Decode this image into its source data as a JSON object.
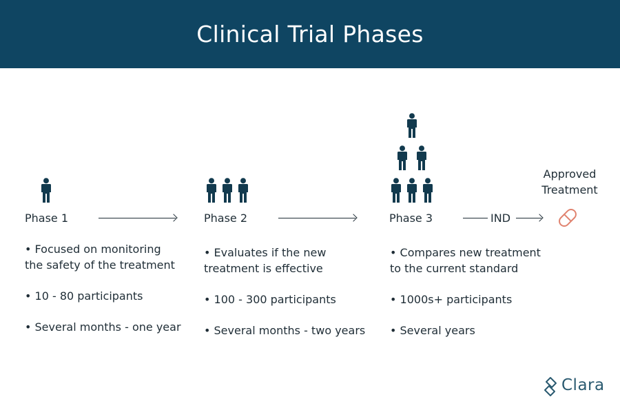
{
  "title": "Clinical Trial Phases",
  "phases": [
    {
      "label": "Phase 1",
      "bullets": [
        "• Focused on monitoring",
        "the safety of the treatment",
        "• 10 - 80 participants",
        "• Several months - one year"
      ]
    },
    {
      "label": "Phase 2",
      "bullets": [
        "• Evaluates if the new",
        "treatment is effective",
        "• 100 - 300 participants",
        "• Several months - two years"
      ]
    },
    {
      "label": "Phase 3",
      "bullets": [
        "• Compares new treatment",
        "to the current standard",
        "•  1000s+ participants",
        "• Several years"
      ]
    }
  ],
  "ind_label": "IND",
  "approved": {
    "line1": "Approved",
    "line2": "Treatment"
  },
  "brand": "Clara",
  "colors": {
    "header_bg": "#0f4562",
    "icon": "#123a4e",
    "pill": "#e0826e",
    "brand": "#2a5a70"
  },
  "icons": {
    "person": "person-icon",
    "pill": "pill-icon",
    "logo": "clara-logo-icon"
  }
}
